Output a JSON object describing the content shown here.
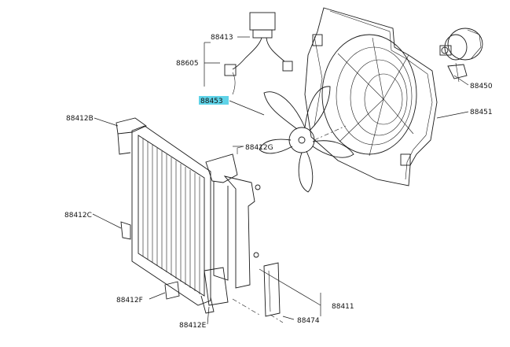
{
  "highlight_color": "#5fd3e8",
  "labels": {
    "p88413": "88413",
    "p88605": "88605",
    "p88453": "88453",
    "p88450": "88450",
    "p88451": "88451",
    "p88412B": "88412B",
    "p88412G": "88412G",
    "p88412C": "88412C",
    "p88412F": "88412F",
    "p88412E": "88412E",
    "p88411": "88411",
    "p88474": "88474"
  }
}
